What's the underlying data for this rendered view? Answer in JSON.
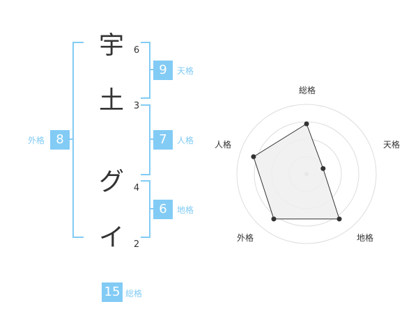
{
  "colors": {
    "accent": "#82CBF5",
    "label": "#82CBF5",
    "text": "#333333",
    "radar_fill": "#efefef",
    "radar_grid": "#dddddd",
    "radar_line": "#333333"
  },
  "name": {
    "characters": [
      {
        "char": "宇",
        "strokes": "6"
      },
      {
        "char": "土",
        "strokes": "3"
      },
      {
        "char": "グ",
        "strokes": "4"
      },
      {
        "char": "イ",
        "strokes": "2"
      }
    ]
  },
  "fortunes": {
    "tenkaku": {
      "value": "9",
      "label": "天格"
    },
    "jinkaku": {
      "value": "7",
      "label": "人格"
    },
    "chikaku": {
      "value": "6",
      "label": "地格"
    },
    "gaikaku": {
      "value": "8",
      "label": "外格"
    },
    "soukaku": {
      "value": "15",
      "label": "総格"
    }
  },
  "chart_data": {
    "type": "radar",
    "axes": [
      "総格",
      "天格",
      "地格",
      "外格",
      "人格"
    ],
    "values": [
      0.72,
      0.25,
      0.8,
      0.8,
      0.8
    ],
    "rmax": 1,
    "rings": 4
  }
}
